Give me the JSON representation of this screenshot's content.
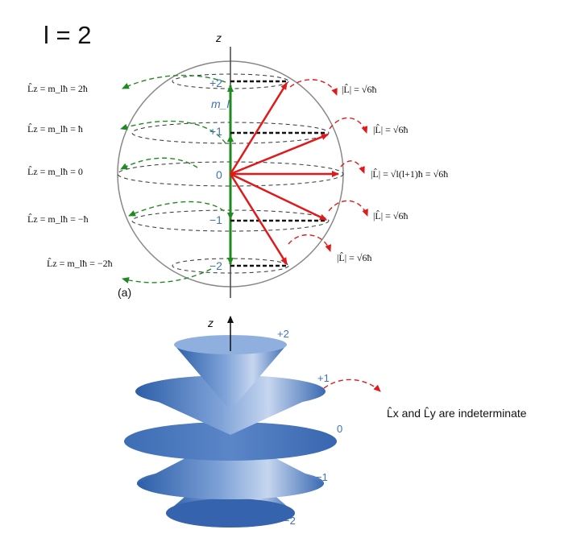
{
  "title": "l = 2",
  "panel_tag": "(a)",
  "axis_label": "z",
  "ml_axis_label": "m_l",
  "ml_levels": [
    "+2",
    "+1",
    "0",
    "−1",
    "−2"
  ],
  "lz_labels": [
    "L̂z = m_lħ = 2ħ",
    "L̂z = m_lħ = ħ",
    "L̂z = m_lħ = 0",
    "L̂z = m_lħ = −ħ",
    "L̂z = m_lħ = −2ħ"
  ],
  "l_magnitude_labels": [
    "|L̂| = √6ħ",
    "|L̂| = √6ħ",
    "|L̂| = √l(l+1)ħ = √6ħ",
    "|L̂| = √6ħ",
    "|L̂| = √6ħ"
  ],
  "cone_levels": [
    "+2",
    "+1",
    "0",
    "−1",
    "−2"
  ],
  "indeterminate_note": "L̂x and L̂y are indeterminate",
  "colors": {
    "ml_vector": "#1f8a1f",
    "l_vector": "#e0191b",
    "sphere": "#888888",
    "cone_blue": "#3f73b5"
  }
}
